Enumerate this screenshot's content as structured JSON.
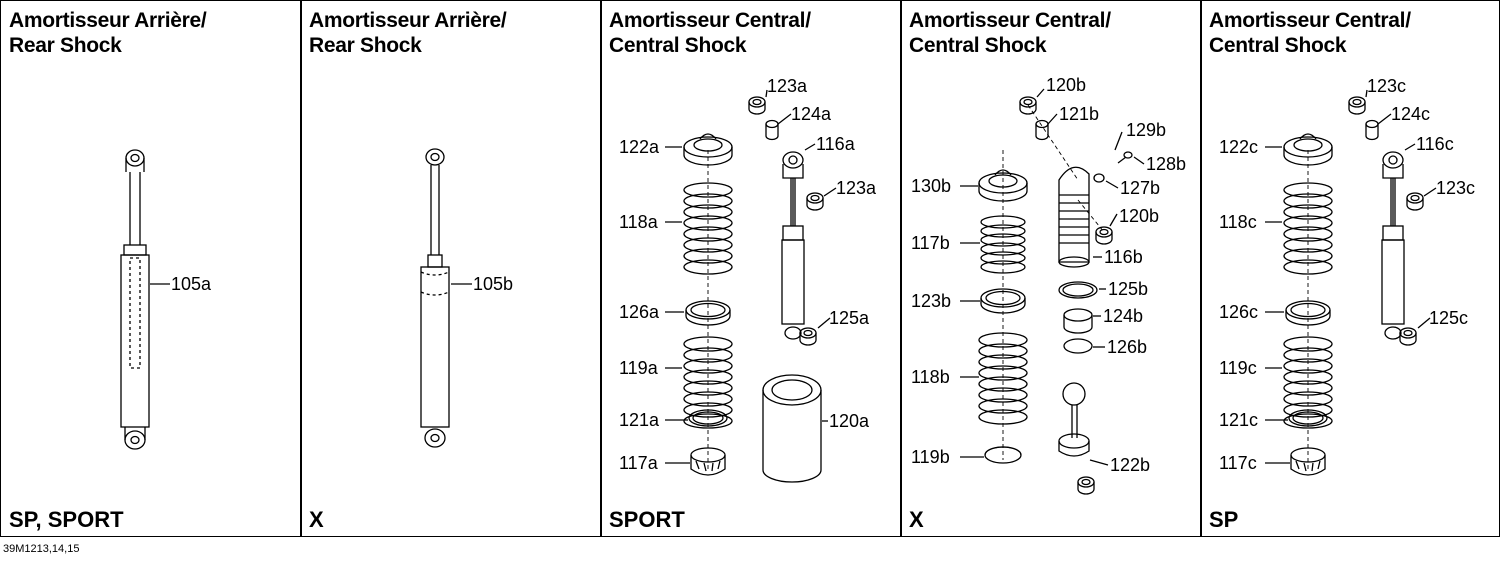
{
  "panels": [
    {
      "title_fr": "Amortisseur Arrière/",
      "title_en": "Rear Shock",
      "variant": "SP, SPORT",
      "callouts": [
        "105a"
      ]
    },
    {
      "title_fr": "Amortisseur Arrière/",
      "title_en": "Rear Shock",
      "variant": "X",
      "callouts": [
        "105b"
      ]
    },
    {
      "title_fr": "Amortisseur Central/",
      "title_en": "Central Shock",
      "variant": "SPORT",
      "callouts": [
        "123a",
        "124a",
        "122a",
        "116a",
        "123a",
        "118a",
        "126a",
        "125a",
        "119a",
        "121a",
        "120a",
        "117a"
      ]
    },
    {
      "title_fr": "Amortisseur Central/",
      "title_en": "Central Shock",
      "variant": "X",
      "callouts": [
        "120b",
        "121b",
        "129b",
        "128b",
        "130b",
        "127b",
        "120b",
        "117b",
        "116b",
        "123b",
        "125b",
        "124b",
        "126b",
        "118b",
        "119b",
        "122b"
      ]
    },
    {
      "title_fr": "Amortisseur Central/",
      "title_en": "Central Shock",
      "variant": "SP",
      "callouts": [
        "123c",
        "124c",
        "122c",
        "116c",
        "123c",
        "118c",
        "126c",
        "125c",
        "119c",
        "121c",
        "117c"
      ]
    }
  ],
  "reference": "39M1213,14,15"
}
